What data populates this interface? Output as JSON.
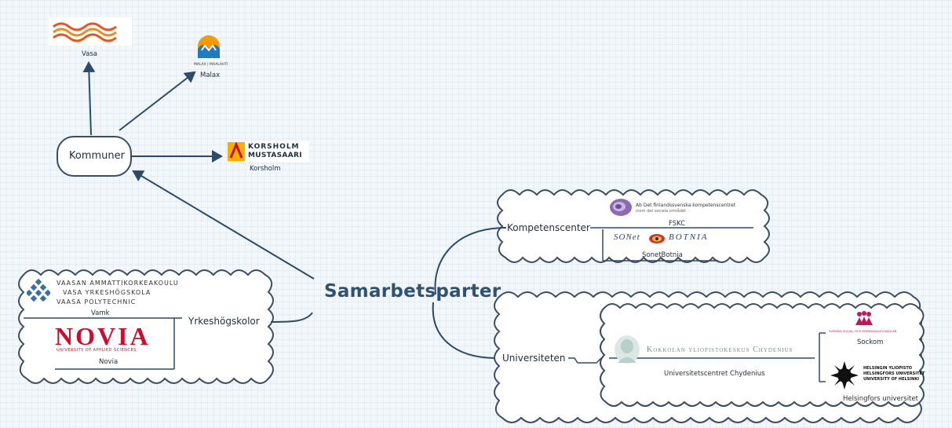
{
  "center": {
    "title": "Samarbetsparter"
  },
  "kommuner": {
    "label": "Kommuner",
    "children": [
      {
        "caption": "Vasa"
      },
      {
        "caption": "Malax",
        "logo_text": "MALAX | MAALAHTI"
      },
      {
        "caption": "Korsholm",
        "logo_line1": "KORSHOLM",
        "logo_line2": "MUSTASAARI"
      }
    ]
  },
  "yrkeshogskolor": {
    "label": "Yrkeshögskolor",
    "children": [
      {
        "caption": "Vamk",
        "logo_lines": [
          "VAASAN AMMATTIKORKEAKOULU",
          "VASA YRKESHÖGSKOLA",
          "VAASA POLYTECHNIC"
        ]
      },
      {
        "caption": "Novia",
        "logo_text": "NOVIA",
        "logo_sub": "UNIVERSITY OF APPLIED SCIENCES"
      }
    ]
  },
  "kompetenscenter": {
    "label": "Kompetenscenter",
    "children": [
      {
        "caption": "FSKC",
        "logo_line1": "Ab Det finlandssvenska kompetenscentret",
        "logo_line2": "inom det sociala området"
      },
      {
        "caption": "SonetBotnia",
        "logo_left": "SONet",
        "logo_right": "BOTNIA"
      }
    ]
  },
  "universiteten": {
    "label": "Universiteten",
    "children": [
      {
        "caption": "Universitetscentret Chydenius",
        "logo_text": "Kokkolan yliopistokeskus Chydenius"
      },
      {
        "caption": "Sockom",
        "logo_text": "SVENSKA SOCIAL- OCH KOMMUNALHÖGSKOLAN"
      },
      {
        "caption": "Helsingfors universitet",
        "logo_lines": [
          "HELSINGIN YLIOPISTO",
          "HELSINGFORS UNIVERSITET",
          "UNIVERSITY OF HELSINKI"
        ]
      }
    ]
  },
  "colors": {
    "title": "#2e5274",
    "lines": "#2c4a6a",
    "cloud_stroke": "#3b4d60",
    "novia_red": "#c8102e",
    "vamk_blue": "#3a6ea5",
    "korsholm_yellow": "#f4b000",
    "malax_orange": "#f59a00",
    "malax_blue": "#1f7bc1",
    "socially_magenta": "#c2185b"
  }
}
